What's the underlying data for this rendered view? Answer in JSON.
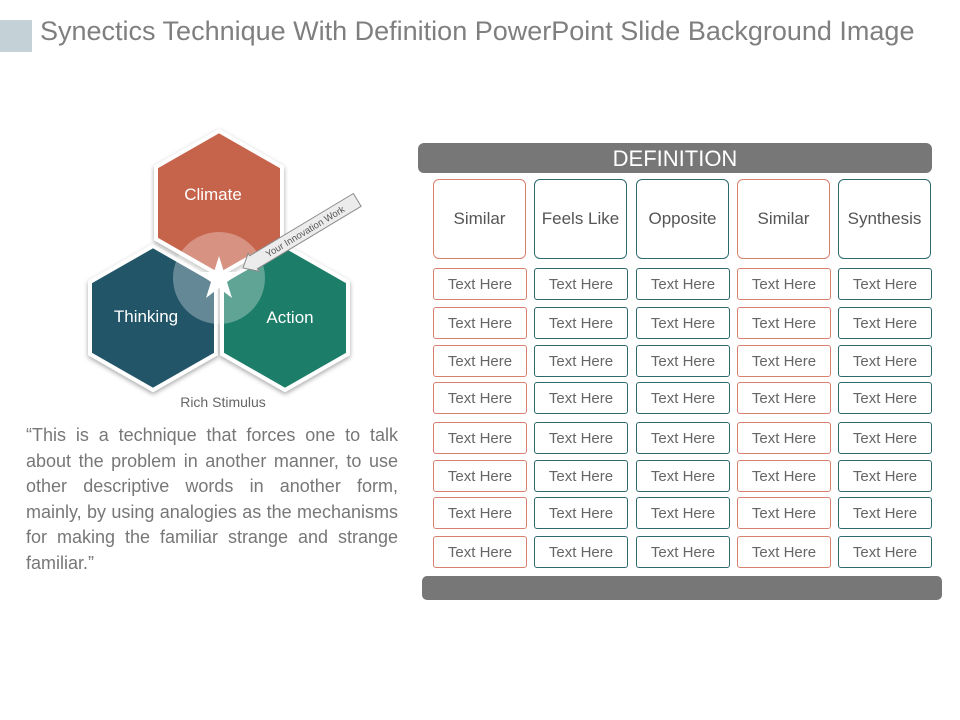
{
  "slide_title": "Synectics Technique With Definition PowerPoint Slide Background Image",
  "diagram": {
    "hexagons": [
      {
        "label": "Climate",
        "color": "#c6634b"
      },
      {
        "label": "Thinking",
        "color": "#245568"
      },
      {
        "label": "Action",
        "color": "#1d7d67"
      }
    ],
    "arrow_label": "Your Innovation Work",
    "caption": "Rich Stimulus",
    "center_icon": "star-icon"
  },
  "quote": "“This is a technique that forces one to talk about the problem in another manner, to use other descriptive words in another form, mainly, by using analogies as the mechanisms for making the familiar strange and strange familiar.”",
  "table": {
    "title": "DEFINITION",
    "columns": [
      {
        "header": "Similar",
        "accent": "#d8806f"
      },
      {
        "header": "Feels Like",
        "accent": "#2c6a6e"
      },
      {
        "header": "Opposite",
        "accent": "#2c6a6e"
      },
      {
        "header": "Similar",
        "accent": "#d8806f"
      },
      {
        "header": "Synthesis",
        "accent": "#2c6a6e"
      }
    ],
    "rows": [
      [
        "Text Here",
        "Text Here",
        "Text Here",
        "Text Here",
        "Text Here"
      ],
      [
        "Text Here",
        "Text Here",
        "Text Here",
        "Text Here",
        "Text Here"
      ],
      [
        "Text Here",
        "Text Here",
        "Text Here",
        "Text Here",
        "Text Here"
      ],
      [
        "Text Here",
        "Text Here",
        "Text Here",
        "Text Here",
        "Text Here"
      ],
      [
        "Text Here",
        "Text Here",
        "Text Here",
        "Text Here",
        "Text Here"
      ],
      [
        "Text Here",
        "Text Here",
        "Text Here",
        "Text Here",
        "Text Here"
      ],
      [
        "Text Here",
        "Text Here",
        "Text Here",
        "Text Here",
        "Text Here"
      ],
      [
        "Text Here",
        "Text Here",
        "Text Here",
        "Text Here",
        "Text Here"
      ]
    ]
  }
}
